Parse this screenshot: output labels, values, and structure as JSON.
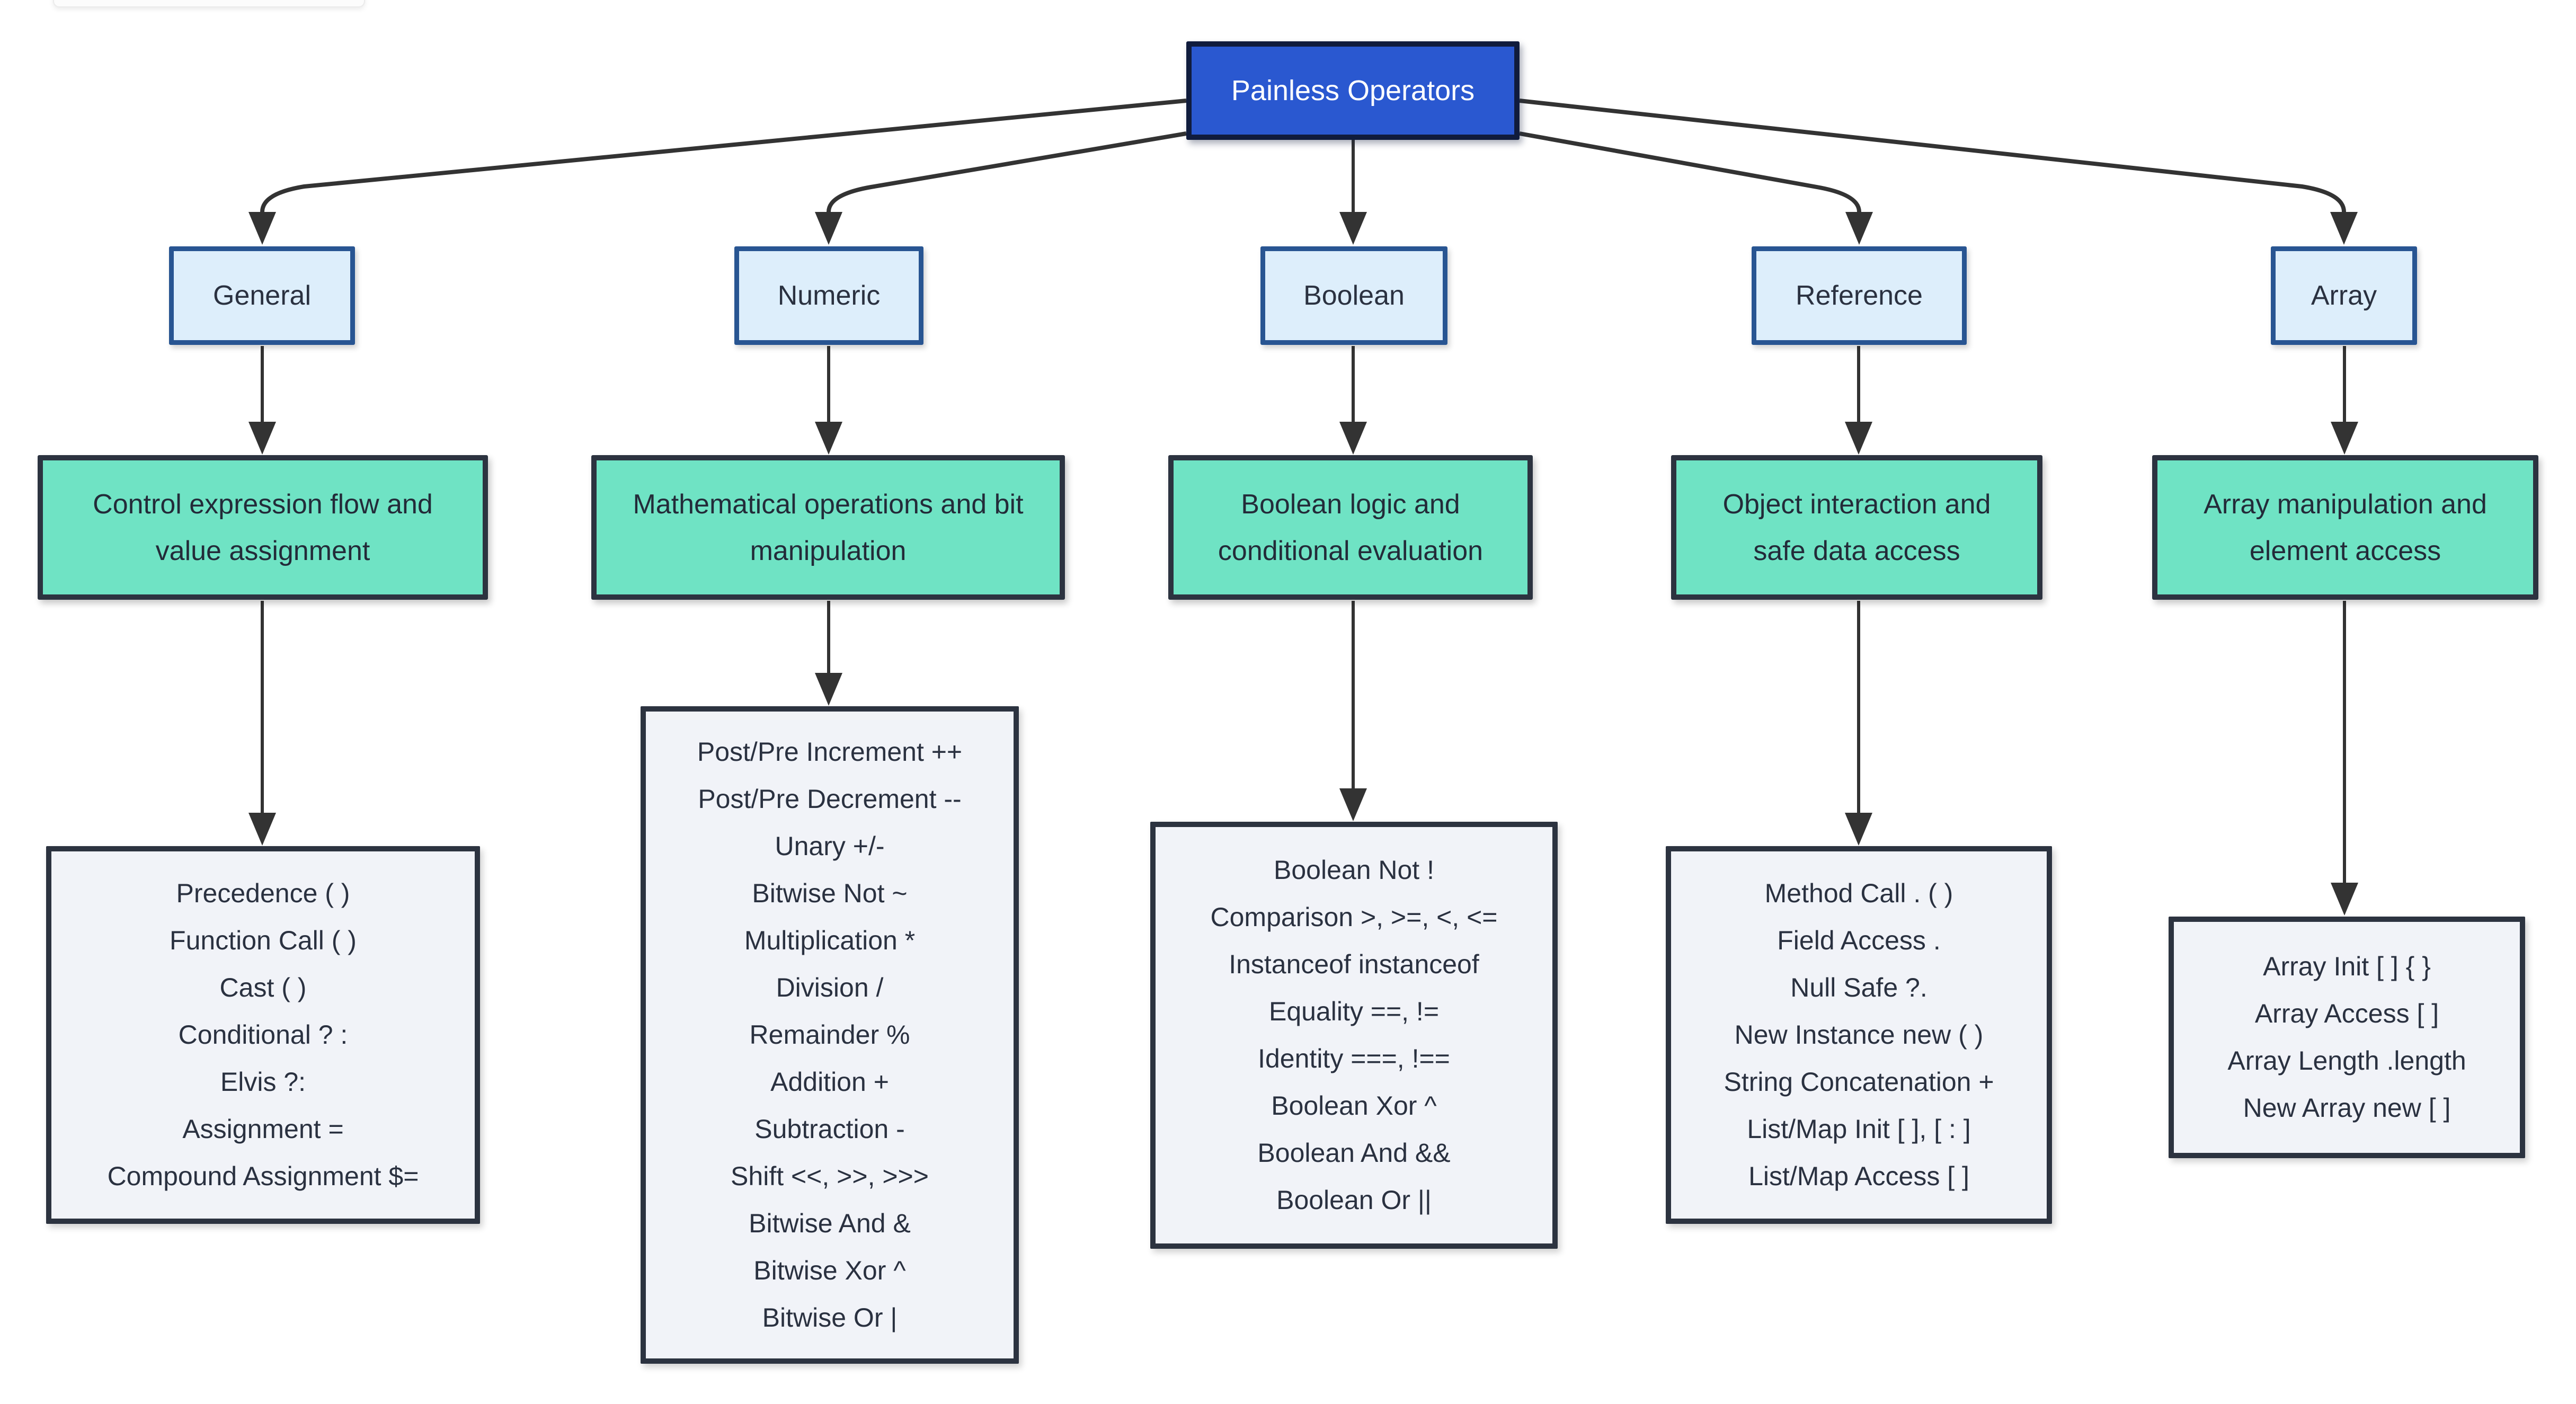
{
  "diagram": {
    "title": "Painless Operators",
    "columns": [
      {
        "label": "General",
        "description": "Control expression flow and value assignment",
        "operators": [
          "Precedence ( )",
          "Function Call ( )",
          "Cast ( )",
          "Conditional ? :",
          "Elvis ?:",
          "Assignment =",
          "Compound Assignment $="
        ]
      },
      {
        "label": "Numeric",
        "description": "Mathematical operations and bit manipulation",
        "operators": [
          "Post/Pre Increment ++",
          "Post/Pre Decrement --",
          "Unary +/-",
          "Bitwise Not ~",
          "Multiplication *",
          "Division /",
          "Remainder %",
          "Addition +",
          "Subtraction -",
          "Shift <<, >>, >>>",
          "Bitwise And &",
          "Bitwise Xor ^",
          "Bitwise Or |"
        ]
      },
      {
        "label": "Boolean",
        "description": "Boolean logic and conditional evaluation",
        "operators": [
          "Boolean Not !",
          "Comparison >, >=, <, <=",
          "Instanceof instanceof",
          "Equality ==, !=",
          "Identity ===, !==",
          "Boolean Xor ^",
          "Boolean And &&",
          "Boolean Or ||"
        ]
      },
      {
        "label": "Reference",
        "description": "Object interaction and safe data access",
        "operators": [
          "Method Call . ( )",
          "Field Access .",
          "Null Safe ?.",
          "New Instance new ( )",
          "String Concatenation +",
          "List/Map Init [ ], [ : ]",
          "List/Map Access [ ]"
        ]
      },
      {
        "label": "Array",
        "description": "Array manipulation and element access",
        "operators": [
          "Array Init [ ] { }",
          "Array Access [ ]",
          "Array Length .length",
          "New Array new [ ]"
        ]
      }
    ],
    "colors": {
      "root_fill": "#2a58d0",
      "root_border": "#101c3d",
      "root_text": "#ffffff",
      "category_fill": "#ddeefb",
      "category_border": "#285592",
      "description_fill": "#6fe3c4",
      "panel_fill": "#f1f3f8",
      "dark_border": "#2c3340",
      "text": "#2a3140",
      "edge": "#333333"
    }
  }
}
